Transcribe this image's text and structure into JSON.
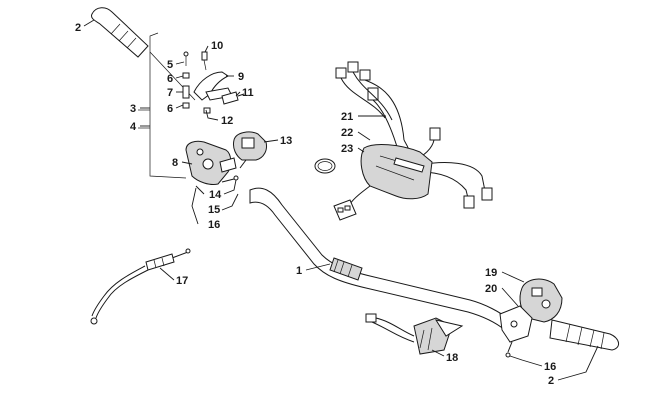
{
  "diagram": {
    "callouts": [
      {
        "id": "c2a",
        "text": "2"
      },
      {
        "id": "c3",
        "text": "3"
      },
      {
        "id": "c4",
        "text": "4"
      },
      {
        "id": "c5",
        "text": "5"
      },
      {
        "id": "c6a",
        "text": "6"
      },
      {
        "id": "c7",
        "text": "7"
      },
      {
        "id": "c6b",
        "text": "6"
      },
      {
        "id": "c10",
        "text": "10"
      },
      {
        "id": "c9",
        "text": "9"
      },
      {
        "id": "c11",
        "text": "11"
      },
      {
        "id": "c12",
        "text": "12"
      },
      {
        "id": "c13",
        "text": "13"
      },
      {
        "id": "c8",
        "text": "8"
      },
      {
        "id": "c14",
        "text": "14"
      },
      {
        "id": "c15",
        "text": "15"
      },
      {
        "id": "c16a",
        "text": "16"
      },
      {
        "id": "c21",
        "text": "21"
      },
      {
        "id": "c22",
        "text": "22"
      },
      {
        "id": "c23",
        "text": "23"
      },
      {
        "id": "c1",
        "text": "1"
      },
      {
        "id": "c17",
        "text": "17"
      },
      {
        "id": "c19",
        "text": "19"
      },
      {
        "id": "c20",
        "text": "20"
      },
      {
        "id": "c18",
        "text": "18"
      },
      {
        "id": "c16b",
        "text": "16"
      },
      {
        "id": "c2b",
        "text": "2"
      }
    ]
  }
}
